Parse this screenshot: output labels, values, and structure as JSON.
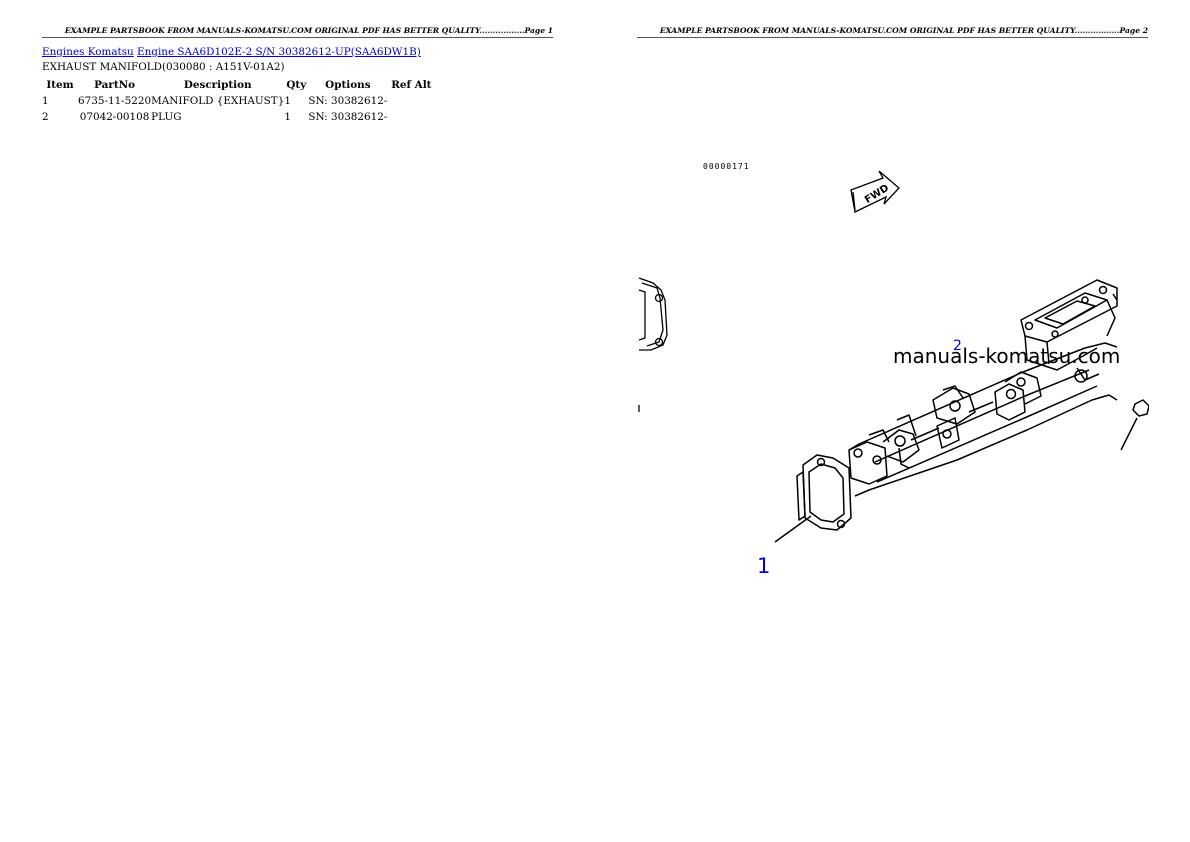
{
  "header": {
    "page1": "EXAMPLE PARTSBOOK FROM MANUALS-KOMATSU.COM ORIGINAL PDF HAS BETTER QUALITY.................Page 1",
    "page2": "EXAMPLE PARTSBOOK FROM MANUALS-KOMATSU.COM ORIGINAL PDF HAS BETTER QUALITY.................Page 2"
  },
  "breadcrumb": {
    "link1": "Engines Komatsu",
    "link2": "Engine SAA6D102E-2 S/N 30382612-UP(SAA6DW1B)"
  },
  "section_title": "EXHAUST MANIFOLD(030080 : A151V-01A2)",
  "table": {
    "headers": {
      "item": "Item",
      "partno": "PartNo",
      "description": "Description",
      "qty": "Qty",
      "options": "Options",
      "refalt": "Ref Alt"
    },
    "rows": [
      {
        "item": "1",
        "partno": "6735-11-5220",
        "description": "MANIFOLD {EXHAUST}",
        "qty": "1",
        "options": "SN: 30382612-",
        "refalt": ""
      },
      {
        "item": "2",
        "partno": "07042-00108",
        "description": "PLUG",
        "qty": "1",
        "options": "SN: 30382612-",
        "refalt": ""
      }
    ]
  },
  "diagram": {
    "figure_id": "00000171",
    "fwd_label": "FWD",
    "watermark": "manuals-komatsu.com",
    "callouts": [
      "1",
      "2"
    ]
  },
  "colors": {
    "link": "#0000cc",
    "callout": "#0000dd"
  }
}
